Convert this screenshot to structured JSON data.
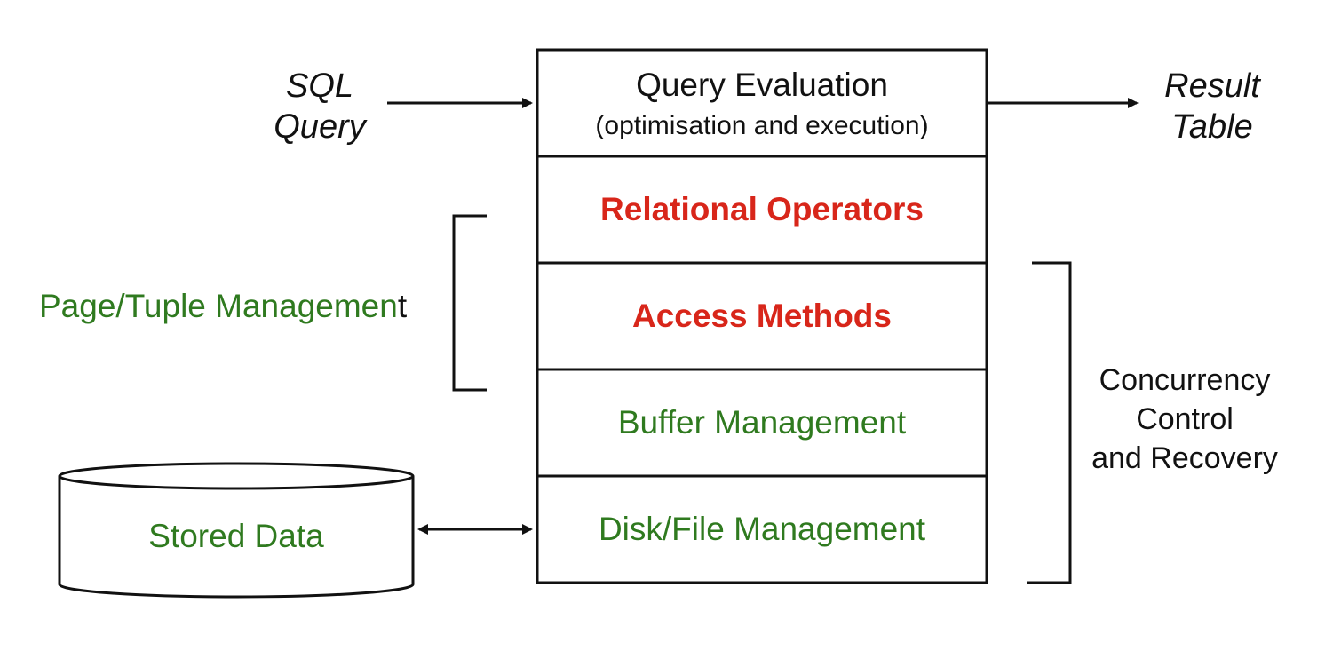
{
  "input": {
    "line1": "SQL",
    "line2": "Query"
  },
  "output": {
    "line1": "Result",
    "line2": "Table"
  },
  "layers": {
    "query_evaluation": {
      "title": "Query Evaluation",
      "subtitle": "(optimisation and execution)"
    },
    "relational_operators": "Relational Operators",
    "access_methods": "Access Methods",
    "buffer_management": "Buffer Management",
    "disk_file_management": "Disk/File Management"
  },
  "page_tuple_management": {
    "green_part": "Page/Tuple Managemen",
    "black_part": "t"
  },
  "concurrency": {
    "line1": "Concurrency",
    "line2": "Control",
    "line3": "and Recovery"
  },
  "stored_data": "Stored Data",
  "colors": {
    "stroke": "#111111",
    "highlight_red": "#d8261a",
    "green": "#2f7a1f"
  }
}
